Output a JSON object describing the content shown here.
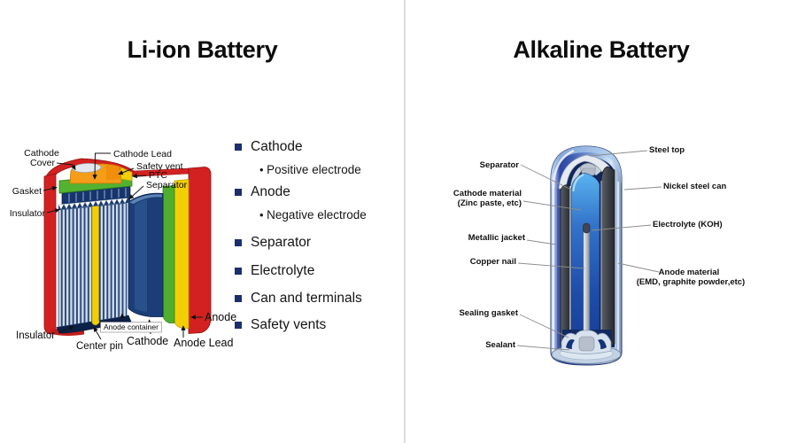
{
  "left_panel": {
    "title": "Li-ion Battery",
    "diagram_labels": {
      "cathode_cover_line1": "Cathode",
      "cathode_cover_line2": "Cover",
      "cathode_lead": "Cathode Lead",
      "safety_vent": "Safety vent",
      "ptc": "PTC",
      "separator": "Separator",
      "gasket": "Gasket",
      "insulator_top": "Insulator",
      "insulator_bottom": "Insulator",
      "center_pin": "Center pin",
      "anode_container": "Anode container",
      "cathode_bottom": "Cathode",
      "anode_lead": "Anode Lead",
      "anode": "Anode"
    },
    "bullet_list": [
      {
        "label": "Cathode",
        "sub": "Positive electrode"
      },
      {
        "label": "Anode",
        "sub": "Negative electrode"
      },
      {
        "label": "Separator"
      },
      {
        "label": "Electrolyte"
      },
      {
        "label": "Can and terminals"
      },
      {
        "label": "Safety vents"
      }
    ]
  },
  "right_panel": {
    "title": "Alkaline Battery",
    "diagram_labels": {
      "steel_top": "Steel top",
      "separator": "Separator",
      "nickel_steel_can": "Nickel steel can",
      "cathode_material_line1": "Cathode material",
      "cathode_material_line2": "(Zinc paste, etc)",
      "electrolyte": "Electrolyte (KOH)",
      "metallic_jacket": "Metallic jacket",
      "copper_nail": "Copper nail",
      "anode_material_line1": "Anode material",
      "anode_material_line2": "(EMD, graphite powder,etc)",
      "sealing_gasket": "Sealing gasket",
      "sealant": "Sealant"
    }
  },
  "colors": {
    "bullet_square": "#1d2e6e",
    "divider": "#dcdcdc",
    "liion_can_red": "#d32121",
    "liion_anode_yellow": "#f2cf05",
    "liion_anode_lead_green": "#4fae2e",
    "liion_cathode_navy": "#16376f",
    "alkaline_jacket_blue": "#33479f",
    "alkaline_cathode_blue": "#2f6cc0",
    "alkaline_anode_dark": "#33373d"
  }
}
